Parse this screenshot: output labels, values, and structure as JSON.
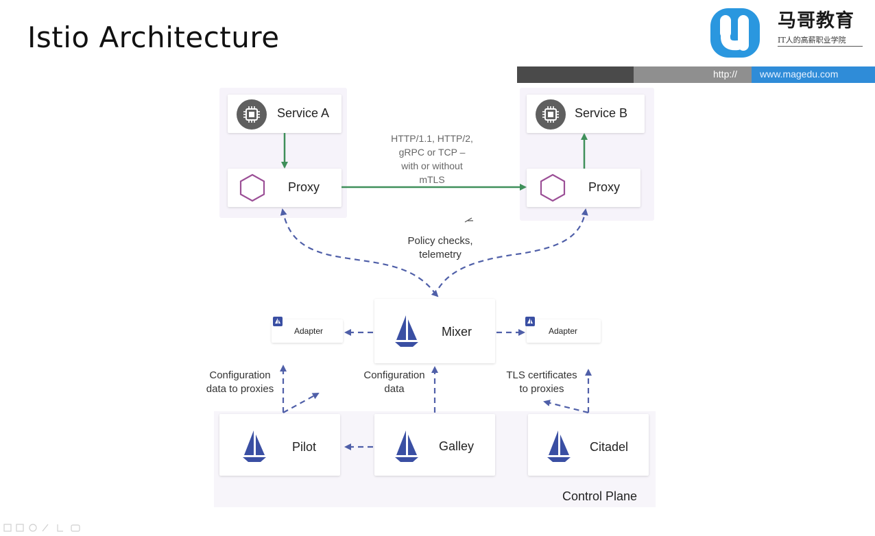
{
  "title": "Istio Architecture",
  "logo": {
    "name": "马哥教育",
    "slogan": "IT人的高薪职业学院"
  },
  "url_bar": {
    "http": "http://",
    "www": "www.magedu.com"
  },
  "services": {
    "service_a": "Service A",
    "service_b": "Service B",
    "proxy_a": "Proxy",
    "proxy_b": "Proxy"
  },
  "protocol_note": [
    "HTTP/1.1, HTTP/2,",
    "gRPC or TCP –",
    "with or without",
    "mTLS"
  ],
  "policy_note": [
    "Policy checks,",
    "telemetry"
  ],
  "control_plane": {
    "mixer": "Mixer",
    "adapter_left": "Adapter",
    "adapter_right": "Adapter",
    "pilot": "Pilot",
    "galley": "Galley",
    "citadel": "Citadel",
    "label": "Control Plane"
  },
  "config_note_left": [
    "Configuration",
    "data to proxies"
  ],
  "config_note_mid": [
    "Configuration",
    "data"
  ],
  "tls_note": [
    "TLS certificates",
    "to proxies"
  ],
  "colors": {
    "green_arrow": "#3f8f5a",
    "dashed_arrow": "#4f5fa8",
    "hexagon": "#9b4f96",
    "sail": "#3a4fa3",
    "chip": "#5f5f5f",
    "url_blue": "#2f8cd8",
    "logo_blue": "#2a97df"
  },
  "icons": {
    "service": "chip-icon",
    "proxy": "hexagon-icon",
    "istio": "istio-sail-icon"
  }
}
